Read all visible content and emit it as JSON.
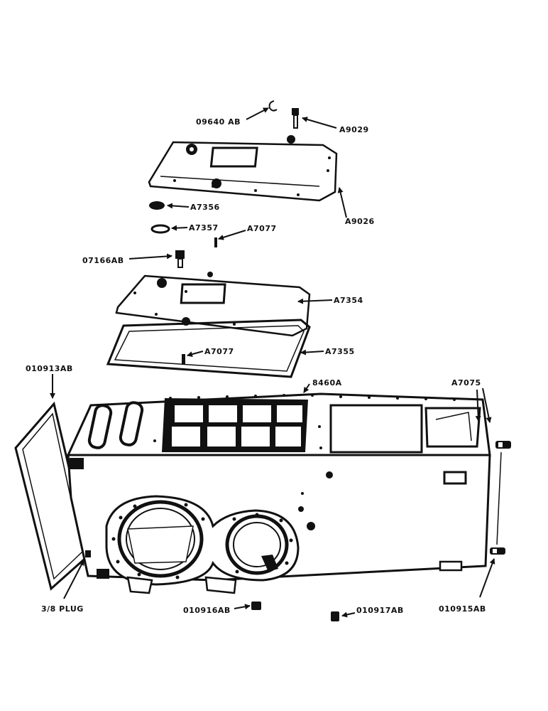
{
  "labels": {
    "p09640": "09640 AB",
    "a9029": "A9029",
    "a9026": "A9026",
    "a7356": "A7356",
    "a7357": "A7357",
    "a7077_top": "A7077",
    "p07166": "07166AB",
    "a7354": "A7354",
    "a7355": "A7355",
    "a7077_low": "A7077",
    "p010913": "010913AB",
    "p8460": "8460A",
    "a7075": "A7075",
    "plug": "3/8 PLUG",
    "p010916": "010916AB",
    "p010917": "010917AB",
    "p010915": "010915AB"
  }
}
